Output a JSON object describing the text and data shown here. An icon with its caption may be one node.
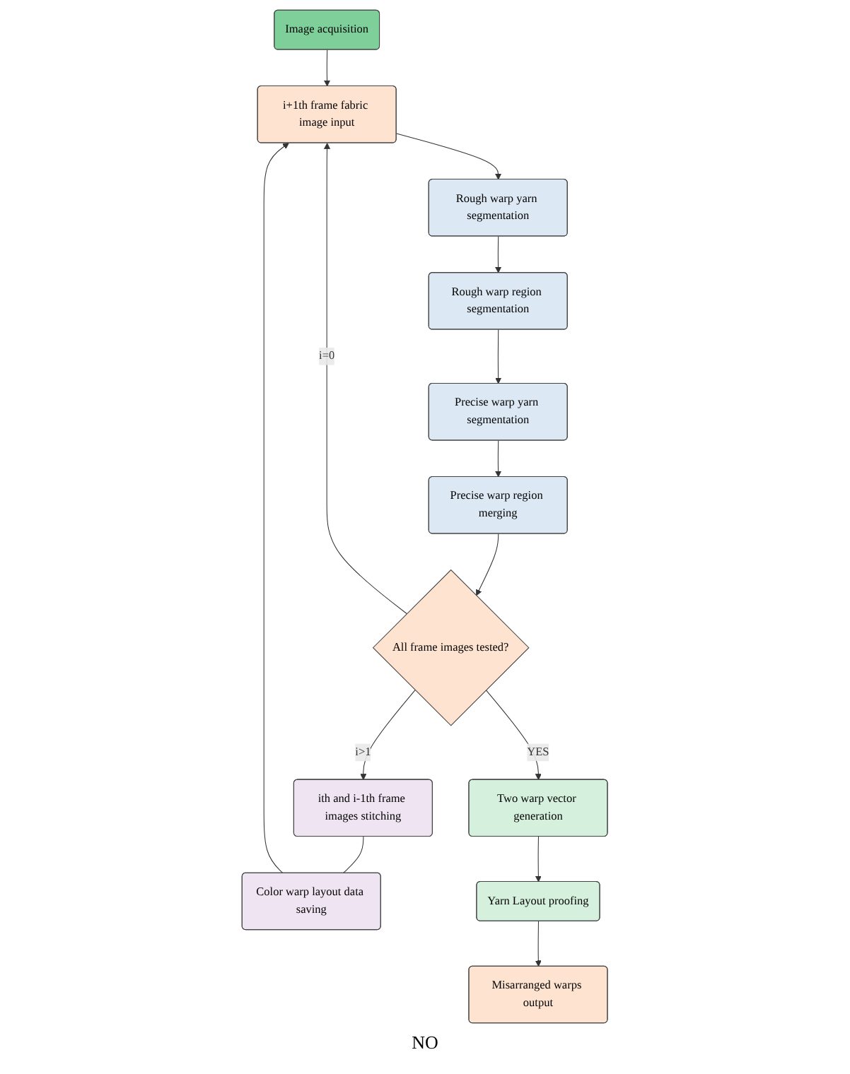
{
  "diagram": {
    "nodes": [
      {
        "text": [
          "Image acquisition"
        ]
      },
      {
        "text": [
          "i+1th frame fabric image input"
        ]
      },
      {
        "text": [
          "Rough warp yarn segmentation"
        ]
      },
      {
        "text": [
          "Rough warp region segmentation"
        ]
      },
      {
        "text": [
          "Precise warp yarn segmentation"
        ]
      },
      {
        "text": [
          "Precise warp region merging"
        ]
      },
      {
        "text": [
          "All frame images tested?"
        ]
      },
      {
        "text": [
          "ith and i-1th frame images stitching"
        ]
      },
      {
        "text": [
          "Color warp layout data saving"
        ]
      },
      {
        "text": [
          "Two warp vector generation"
        ]
      },
      {
        "text": [
          "Yarn Layout proofing"
        ]
      },
      {
        "text": [
          "Misarranged warps output"
        ]
      }
    ],
    "edges": [
      {
        "from": 0,
        "to": 1,
        "arrow": "to"
      },
      {
        "from": 1,
        "to": 2,
        "arrow": "to"
      },
      {
        "from": 2,
        "to": 3,
        "arrow": "to"
      },
      {
        "from": 3,
        "to": 4,
        "arrow": "to"
      },
      {
        "from": 4,
        "to": 5,
        "arrow": "to"
      },
      {
        "from": 5,
        "to": 6,
        "arrow": "to"
      },
      {
        "from": 6,
        "to": 9,
        "arrow": "to",
        "label": "YES"
      },
      {
        "from": 9,
        "to": 10,
        "arrow": "to"
      },
      {
        "from": 10,
        "to": 11,
        "arrow": "to"
      },
      {
        "from": 6,
        "to": 7,
        "arrow": "to",
        "label": "i>1"
      },
      {
        "from": 7,
        "to": 8,
        "arrow": "none"
      },
      {
        "from": 8,
        "to": 1,
        "arrow": "to"
      },
      {
        "from": 6,
        "to": 1,
        "arrow": "to",
        "label": "i=0"
      }
    ],
    "labels": [
      "NO"
    ]
  }
}
